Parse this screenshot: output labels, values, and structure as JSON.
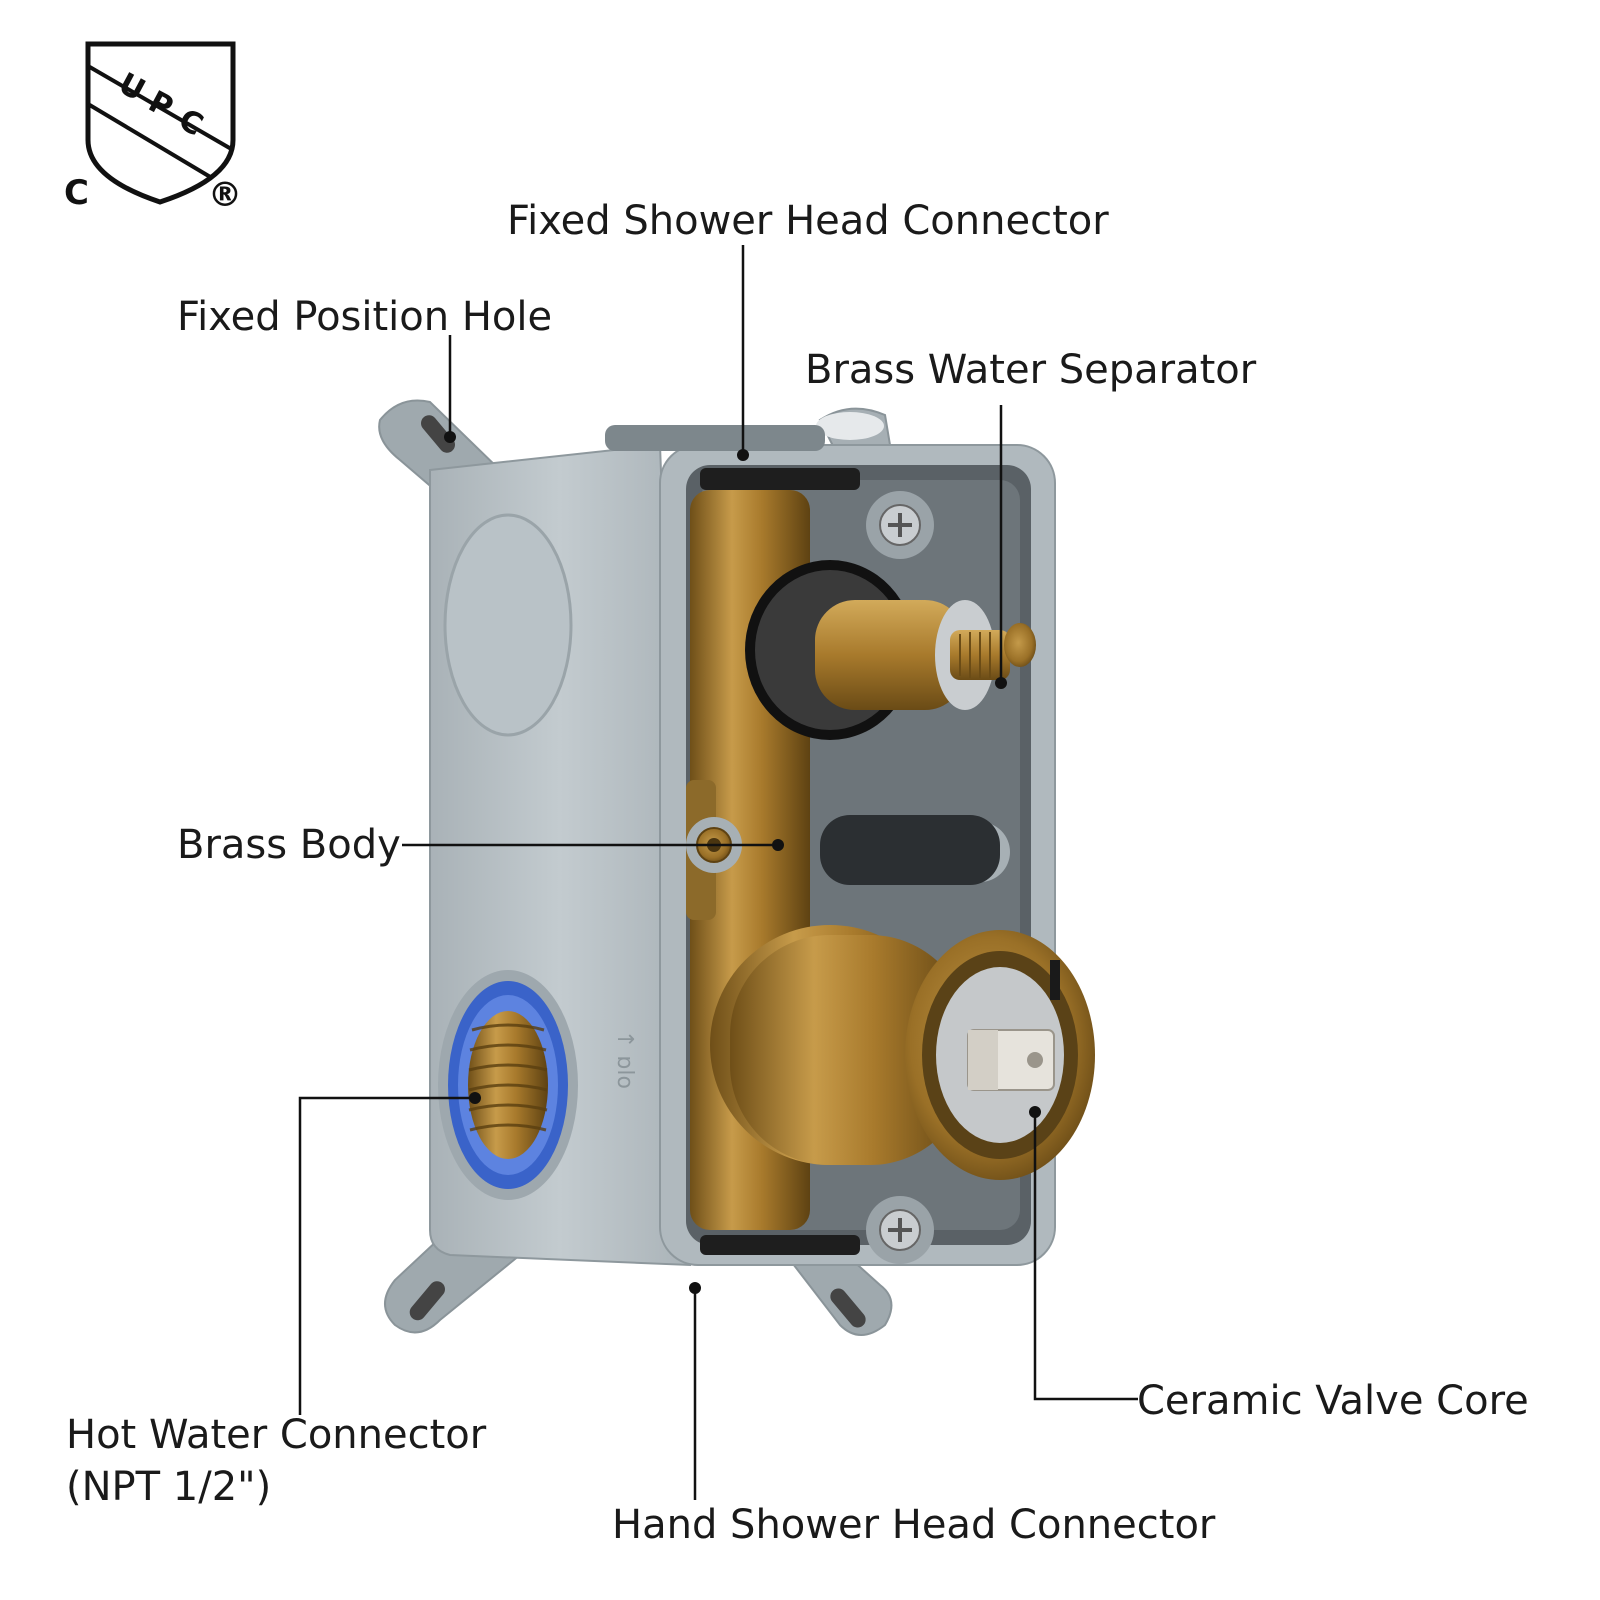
{
  "badge": {
    "mark": "UPC",
    "left_letter": "C",
    "registered": "®",
    "accent": "#111111"
  },
  "labels": {
    "fixed_shower_head_connector": "Fixed Shower Head Connector",
    "fixed_position_hole": "Fixed Position Hole",
    "brass_water_separator": "Brass Water Separator",
    "brass_body": "Brass Body",
    "ceramic_valve_core": "Ceramic Valve Core",
    "hot_water_connector": "Hot Water Connector",
    "hot_water_connector_spec": "(NPT 1/2\")",
    "hand_shower_head_connector": "Hand Shower Head Connector"
  },
  "colors": {
    "housing": "#b7c0c5",
    "housing_shade": "#9ea8ae",
    "brass": "#b48a3c",
    "brass_dark": "#7d5a1e",
    "seal_blue": "#3a63c9",
    "leader": "#111111"
  }
}
